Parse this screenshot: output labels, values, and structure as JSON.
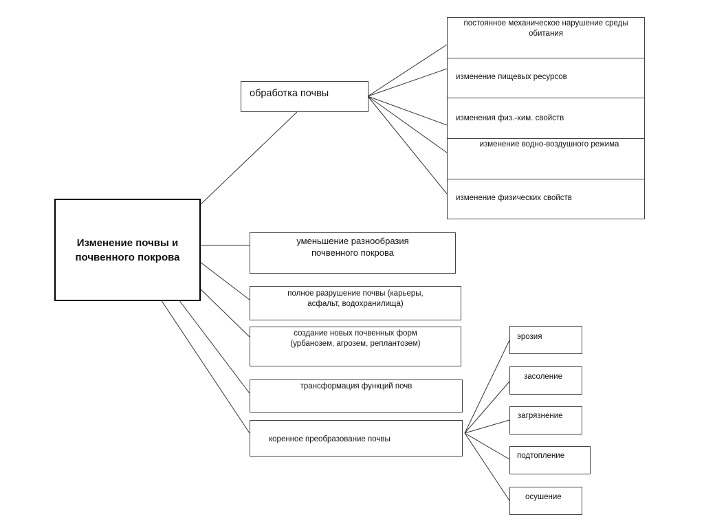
{
  "root": {
    "label": "Изменение почвы и почвенного покрова"
  },
  "tillage": {
    "label": "обработка почвы",
    "effects": [
      "постоянное механическое нарушение среды обитания",
      "изменение пищевых ресурсов",
      "изменения физ.-хим. свойств",
      "изменение водно-воздушного режима",
      "изменение физических свойств"
    ]
  },
  "branches": [
    "уменьшение разнообразия почвенного покрова",
    "полное разрушение почвы (карьеры, асфальт, водохранилища)",
    "создание новых почвенных форм (урбанозем, агрозем, реплантозем)",
    "трансформация функций почв",
    "коренное преобразование почвы"
  ],
  "transformation_types": [
    "эрозия",
    "засоление",
    "загрязнение",
    "подтопление",
    "осушение"
  ]
}
